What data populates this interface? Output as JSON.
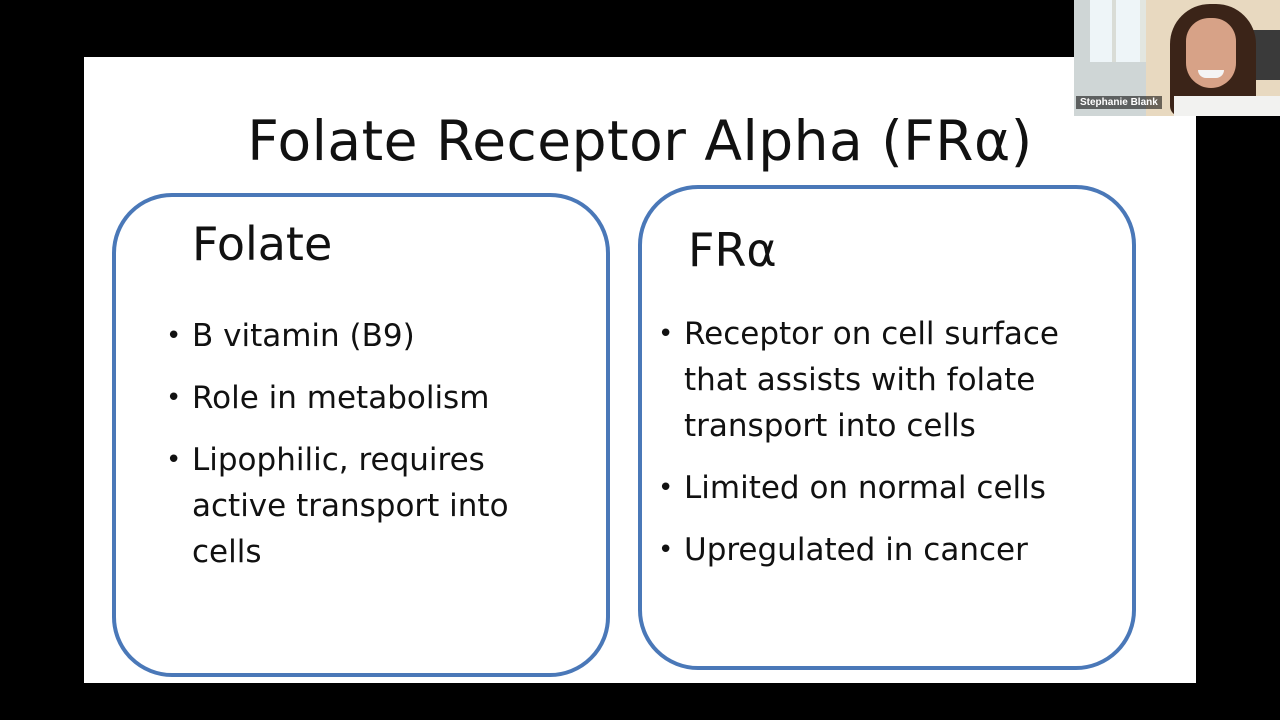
{
  "slide": {
    "title": "Folate Receptor Alpha (FRα)",
    "left_panel": {
      "heading": "Folate",
      "bullets": [
        "B vitamin (B9)",
        "Role in metabolism",
        "Lipophilic, requires active transport into cells"
      ]
    },
    "right_panel": {
      "heading": "FRα",
      "bullets": [
        "Receptor on cell surface that assists with folate transport into cells",
        "Limited on normal cells",
        "Upregulated in cancer"
      ]
    },
    "bullet_glyph": "•"
  },
  "webcam": {
    "participant_name": "Stephanie Blank"
  },
  "colors": {
    "background": "#000000",
    "slide_background": "#ffffff",
    "panel_border": "#4a78b8",
    "text": "#111111"
  }
}
